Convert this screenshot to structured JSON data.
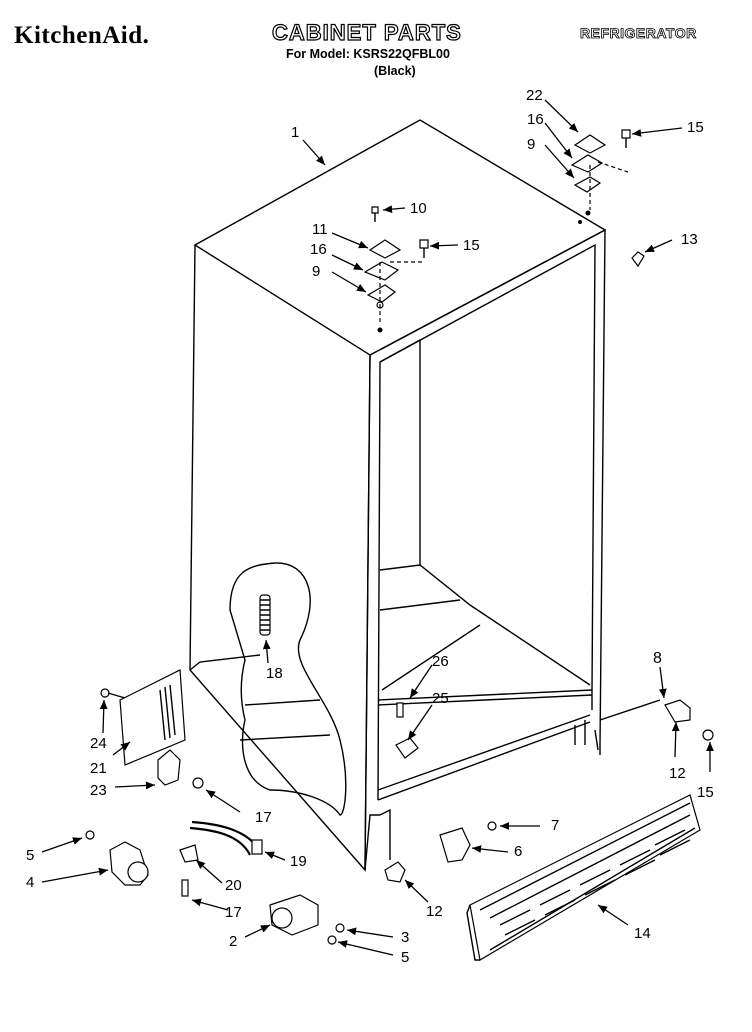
{
  "header": {
    "brand": "KitchenAid.",
    "title": "CABINET PARTS",
    "model_line": "For Model: KSRS22QFBL00",
    "color_line": "(Black)",
    "appliance": "REFRIGERATOR"
  },
  "callouts": [
    "1",
    "2",
    "3",
    "4",
    "5",
    "5",
    "6",
    "7",
    "8",
    "9",
    "9",
    "10",
    "11",
    "12",
    "12",
    "13",
    "14",
    "15",
    "15",
    "15",
    "16",
    "16",
    "17",
    "17",
    "18",
    "19",
    "20",
    "21",
    "22",
    "23",
    "24",
    "25",
    "26"
  ]
}
